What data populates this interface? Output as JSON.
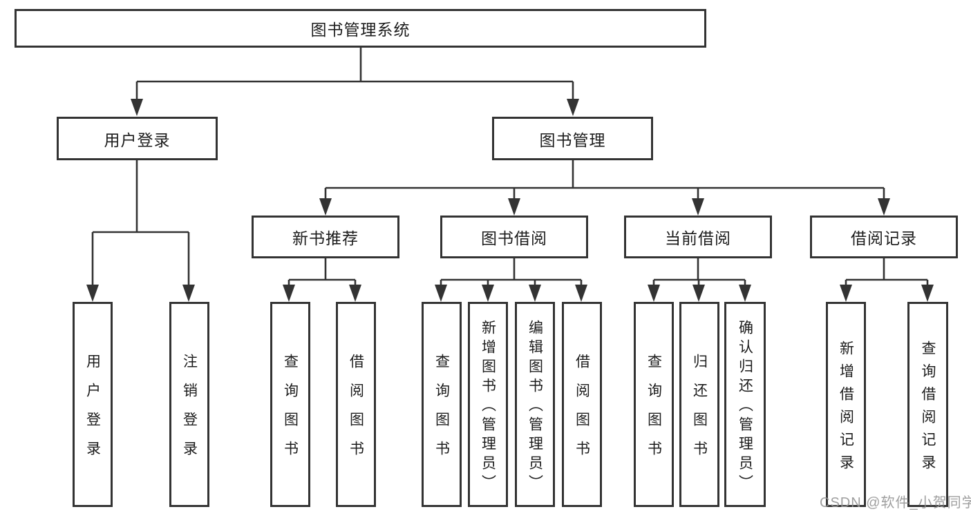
{
  "colors": {
    "line": "#333333",
    "box_border": "#333333",
    "box_fill": "#ffffff",
    "text": "#1c1c1c",
    "background": "#ffffff",
    "watermark": "#949494"
  },
  "tree": {
    "root": {
      "label": "图书管理系统"
    },
    "user_login": {
      "label": "用户登录",
      "children": [
        {
          "label": "用户登录"
        },
        {
          "label": "注销登录"
        }
      ]
    },
    "book_mgmt": {
      "label": "图书管理",
      "groups": [
        {
          "label": "新书推荐",
          "children": [
            {
              "label": "查询图书"
            },
            {
              "label": "借阅图书"
            }
          ]
        },
        {
          "label": "图书借阅",
          "children": [
            {
              "label": "查询图书"
            },
            {
              "label": "新增图书（管理员）"
            },
            {
              "label": "编辑图书（管理员）"
            },
            {
              "label": "借阅图书"
            }
          ]
        },
        {
          "label": "当前借阅",
          "children": [
            {
              "label": "查询图书"
            },
            {
              "label": "归还图书"
            },
            {
              "label": "确认归还（管理员）"
            }
          ]
        },
        {
          "label": "借阅记录",
          "children": [
            {
              "label": "新增借阅记录"
            },
            {
              "label": "查询借阅记录"
            }
          ]
        }
      ]
    }
  },
  "watermark": {
    "text": "CSDN @软件_小贺同学"
  }
}
